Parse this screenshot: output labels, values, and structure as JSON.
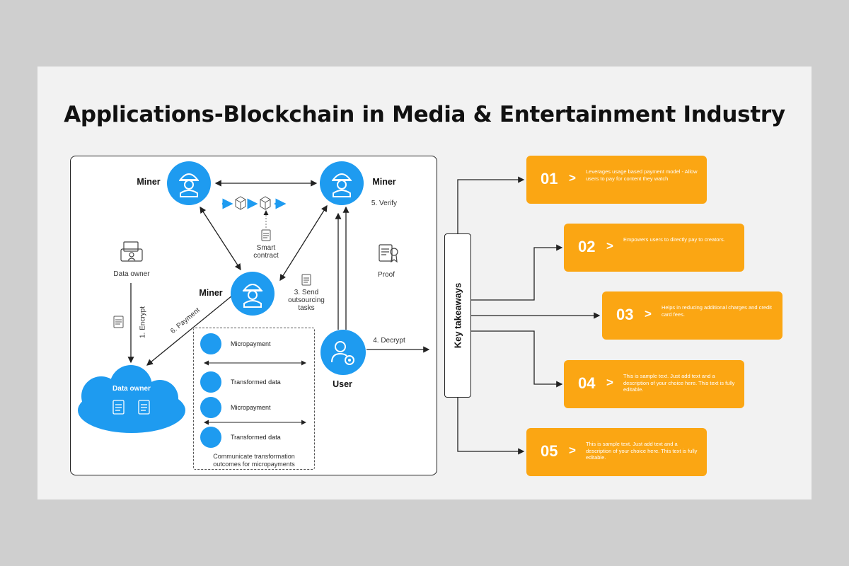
{
  "title": "Applications-Blockchain in Media & Entertainment Industry",
  "diagram": {
    "miner_left": "Miner",
    "miner_right": "Miner",
    "miner_center": "Miner",
    "user": "User",
    "data_owner_cloud": "Data owner",
    "data_owner_label": "Data owner",
    "smart_contract_line1": "Smart",
    "smart_contract_line2": "contract",
    "proof": "Proof",
    "verify": "5. Verify",
    "send_line1": "3. Send",
    "send_line2": "outsourcing",
    "send_line3": "tasks",
    "encrypt": "1. Encrypt",
    "payment": "6. Payment",
    "decrypt": "4. Decrypt",
    "flow": {
      "items": [
        "Micropayment",
        "Transformed data",
        "Micropayment",
        "Transformed data"
      ],
      "caption_line1": "Communicate transformation",
      "caption_line2": "outcomes for micropayments"
    }
  },
  "key_takeaways": {
    "label": "Key takeaways",
    "items": [
      {
        "num": "01",
        "chevron": ">",
        "text": "Leverages usage based payment model - Allow users to pay for content they watch"
      },
      {
        "num": "02",
        "chevron": ">",
        "text": "Empowers users to directly pay to creators."
      },
      {
        "num": "03",
        "chevron": ">",
        "text": "Helps in reducing additional charges and credit card fees."
      },
      {
        "num": "04",
        "chevron": ">",
        "text": "This is sample text. Just add text and a description of your choice here. This text is fully editable."
      },
      {
        "num": "05",
        "chevron": ">",
        "text": "This is sample text. Just add text and a description of your choice here. This text is fully editable."
      }
    ]
  },
  "colors": {
    "accent_blue": "#1e9bf0",
    "accent_orange": "#fba613",
    "background": "#f2f2f2"
  },
  "icons": [
    "miner-icon",
    "user-gear-icon",
    "cloud-icon",
    "document-icon",
    "blockchain-cube-icon",
    "certificate-icon"
  ]
}
